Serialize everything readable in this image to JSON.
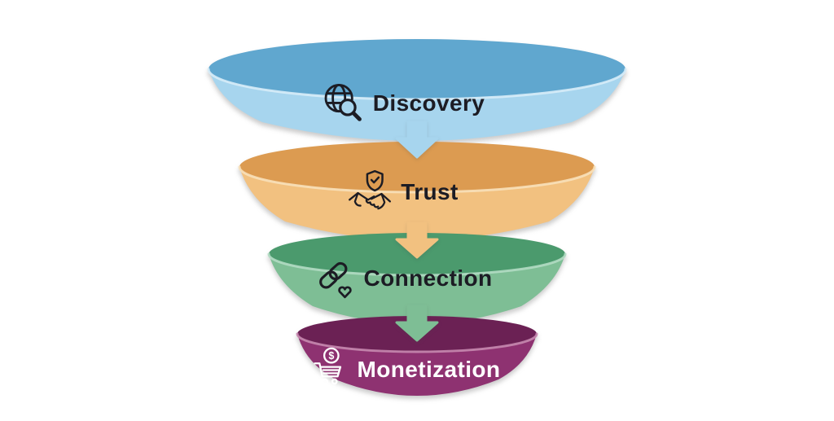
{
  "diagram_type": "marketing-funnel",
  "background": "#ffffff",
  "stages": [
    {
      "label": "Discovery",
      "icon": "globe-search-icon",
      "colors": {
        "top": "#60a7cf",
        "body": "#a7d5ee",
        "rim": "#d8edf8",
        "label": "#1c1c24",
        "icon": "#1c1c24"
      },
      "arrow_color": "#a7d5ee"
    },
    {
      "label": "Trust",
      "icon": "shield-handshake-icon",
      "colors": {
        "top": "#dc9b51",
        "body": "#f2c180",
        "rim": "#f8e1ba",
        "label": "#1c1c24",
        "icon": "#1c1c24"
      },
      "arrow_color": "#f2c180"
    },
    {
      "label": "Connection",
      "icon": "chain-heart-icon",
      "colors": {
        "top": "#4b9a6d",
        "body": "#7ebe95",
        "rim": "#b2dcc3",
        "label": "#1c1c24",
        "icon": "#1c1c24"
      },
      "arrow_color": "#7ebe95"
    },
    {
      "label": "Monetization",
      "icon": "cart-coin-icon",
      "colors": {
        "top": "#6b2154",
        "body": "#8e3271",
        "rim": "#c688af",
        "label": "#ffffff",
        "icon": "#ffffff"
      },
      "coin_symbol": "$"
    }
  ]
}
